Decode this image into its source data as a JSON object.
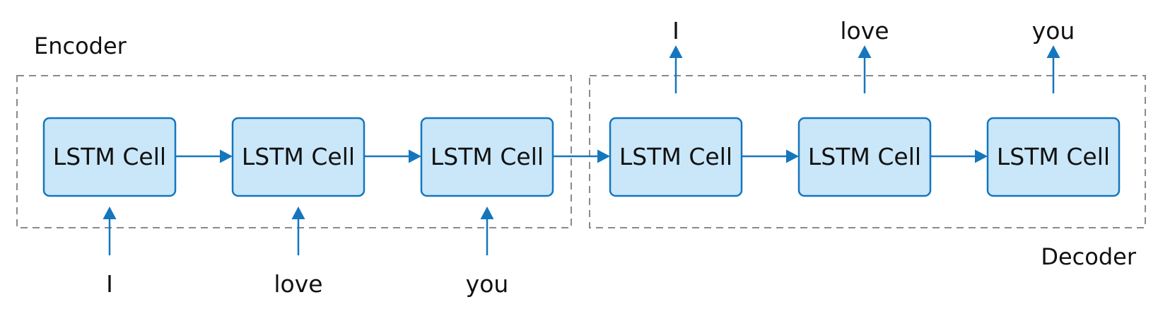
{
  "encoder": {
    "label": "Encoder",
    "cells": [
      {
        "label": "LSTM Cell",
        "input": "I"
      },
      {
        "label": "LSTM Cell",
        "input": "love"
      },
      {
        "label": "LSTM Cell",
        "input": "you"
      }
    ]
  },
  "decoder": {
    "label": "Decoder",
    "cells": [
      {
        "label": "LSTM Cell",
        "output": "I"
      },
      {
        "label": "LSTM Cell",
        "output": "love"
      },
      {
        "label": "LSTM Cell",
        "output": "you"
      }
    ]
  },
  "colors": {
    "cell_fill": "#c9e7f9",
    "accent": "#1576be",
    "group_border": "#8a8a8a"
  }
}
